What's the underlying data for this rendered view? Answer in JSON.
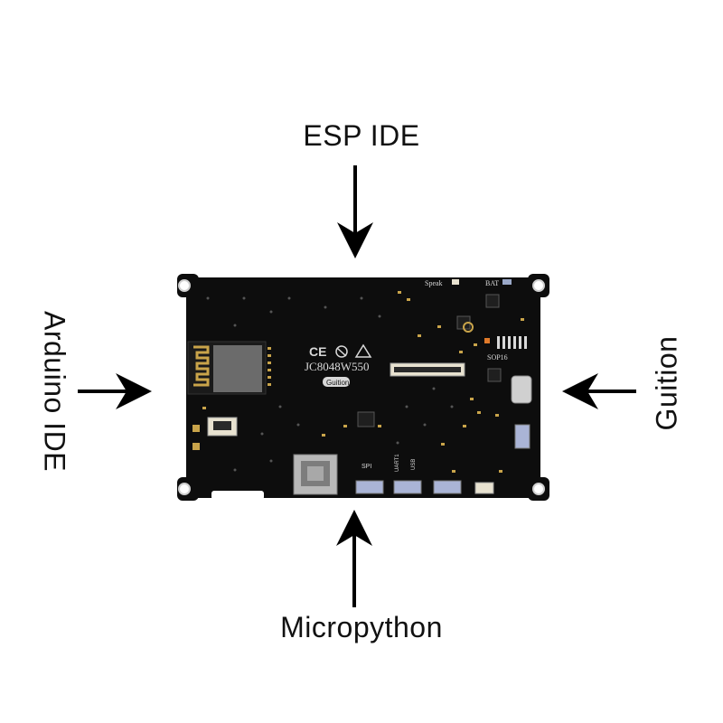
{
  "labels": {
    "top": "ESP IDE",
    "bottom": "Micropython",
    "left": "Arduino IDE",
    "right": "Guition"
  },
  "board": {
    "model": "JC8048W550",
    "brand": "Guition",
    "silk": {
      "speak": "Speak",
      "bat": "BAT",
      "sop16": "SOP16",
      "spi": "SPI",
      "uart1": "UART1",
      "usb": "USB"
    },
    "colors": {
      "pcb": "#0d0d0d",
      "module": "#6b6b6b",
      "gold": "#c9a44a",
      "silk": "#d8d8d8"
    }
  },
  "arrow_color": "#000000"
}
